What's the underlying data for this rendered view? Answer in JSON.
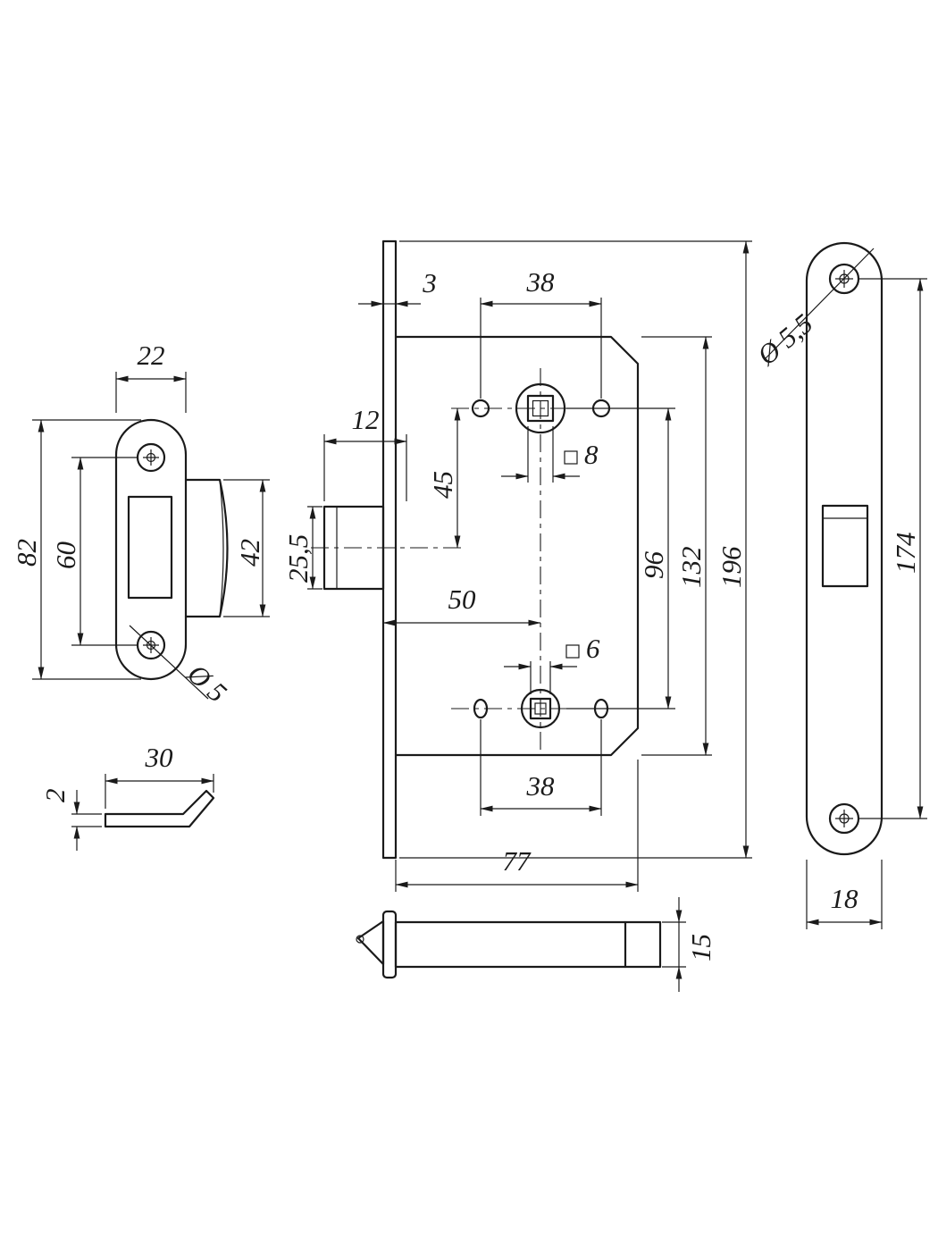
{
  "colors": {
    "line": "#1a1a1a",
    "background": "#ffffff"
  },
  "views": {
    "strike_plate": {
      "width": "22",
      "height": "82",
      "screw_spacing": "60",
      "tab_height": "42",
      "hole_diameter": "Ø 5"
    },
    "dust_flap": {
      "length": "30",
      "thickness": "2"
    },
    "lock_body": {
      "faceplate_thickness": "3",
      "top_screw_spacing": "38",
      "latch_projection": "12",
      "spindle_to_latch": "45",
      "spindle_square": "8",
      "latch_height": "25,5",
      "backset": "50",
      "privacy_square": "6",
      "spindle_spacing": "96",
      "case_height": "132",
      "faceplate_height": "196",
      "bottom_screw_spacing": "38",
      "case_depth": "77",
      "faceplate_side_width": "15"
    },
    "faceplate": {
      "hole_diameter": "Ø 5,5",
      "screw_spacing": "174",
      "width": "18"
    }
  }
}
